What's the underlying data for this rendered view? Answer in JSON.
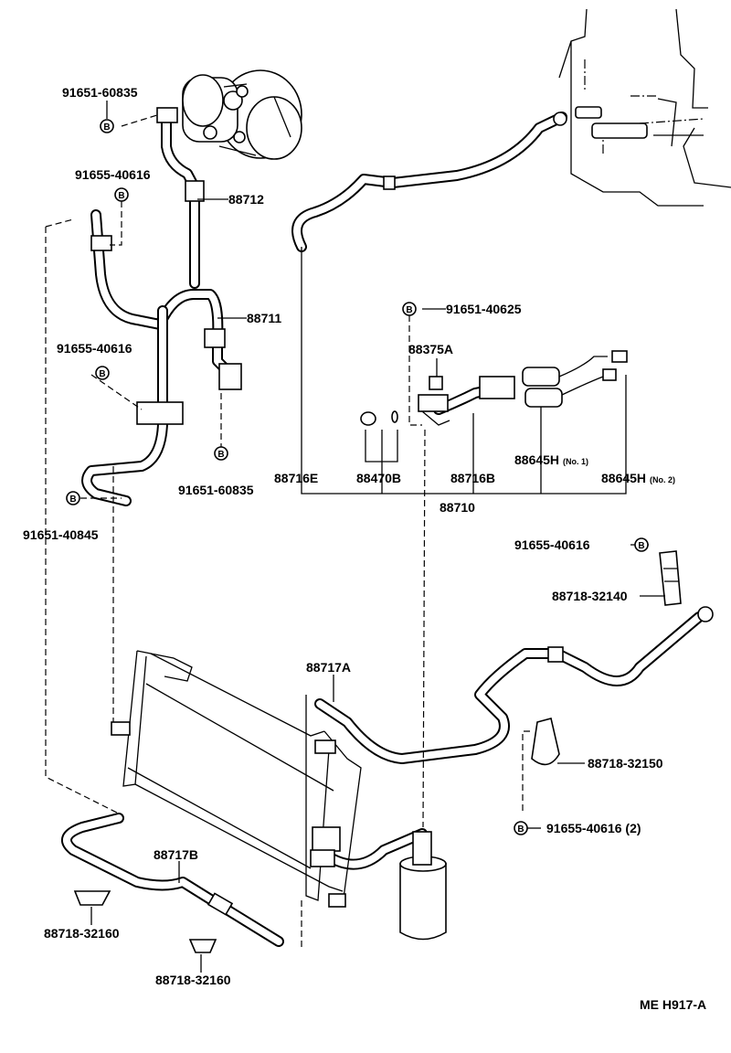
{
  "labels": {
    "p_91651_60835_top": "91651-60835",
    "p_91655_40616_a": "91655-40616",
    "p_88712": "88712",
    "p_88711": "88711",
    "p_91655_40616_b": "91655-40616",
    "p_91651_60835_b": "91651-60835",
    "p_91651_40845": "91651-40845",
    "p_91651_40625": "91651-40625",
    "p_88375A": "88375A",
    "p_88645H_1": "88645H",
    "p_88645H_1_note": "(No. 1)",
    "p_88645H_2": "88645H",
    "p_88645H_2_note": "(No. 2)",
    "p_88716E": "88716E",
    "p_88470B": "88470B",
    "p_88716B": "88716B",
    "p_88710": "88710",
    "p_91655_40616_c": "91655-40616",
    "p_88718_32140": "88718-32140",
    "p_88717A": "88717A",
    "p_88718_32150": "88718-32150",
    "p_91655_40616_2": "91655-40616 (2)",
    "p_88717B": "88717B",
    "p_88718_32160_a": "88718-32160",
    "p_88718_32160_b": "88718-32160",
    "drawing_code": "ME H917-A"
  },
  "bolt_marker": "B"
}
